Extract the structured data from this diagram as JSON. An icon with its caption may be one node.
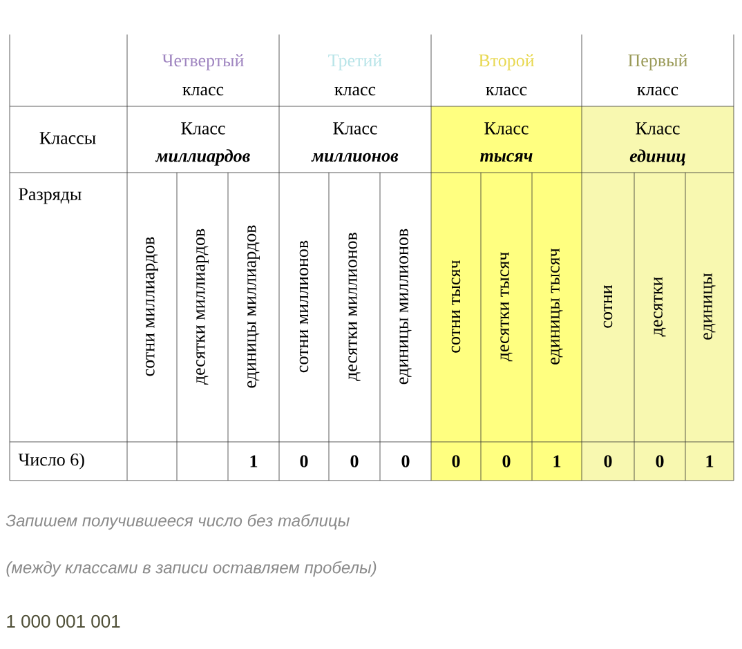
{
  "diagram": {
    "labels": [
      "Четвертый",
      "класс",
      "Третий",
      "класс",
      "Второй",
      "класс",
      "Первый",
      "класс",
      "Классы",
      "Класс",
      "миллиардов",
      "Класс",
      "миллионов",
      "Класс",
      "тысяч",
      "Класс",
      "единиц",
      "Разряды",
      "сотни миллиардов",
      "десятки миллиардов",
      "единицы миллиардов",
      "сотни миллионов",
      "десятки миллионов",
      "единицы  миллионов",
      "сотни тысяч",
      "десятки тысяч",
      "единицы тысяч",
      "сотни",
      "десятки",
      "единицы",
      "Число 6)",
      "1",
      "0",
      "0",
      "0",
      "0",
      "0",
      "1",
      "0",
      "0",
      "1",
      "Запишем получившееся число без таблицы",
      "(между классами в записи оставляем пробелы)",
      "1 000 001 001"
    ]
  }
}
